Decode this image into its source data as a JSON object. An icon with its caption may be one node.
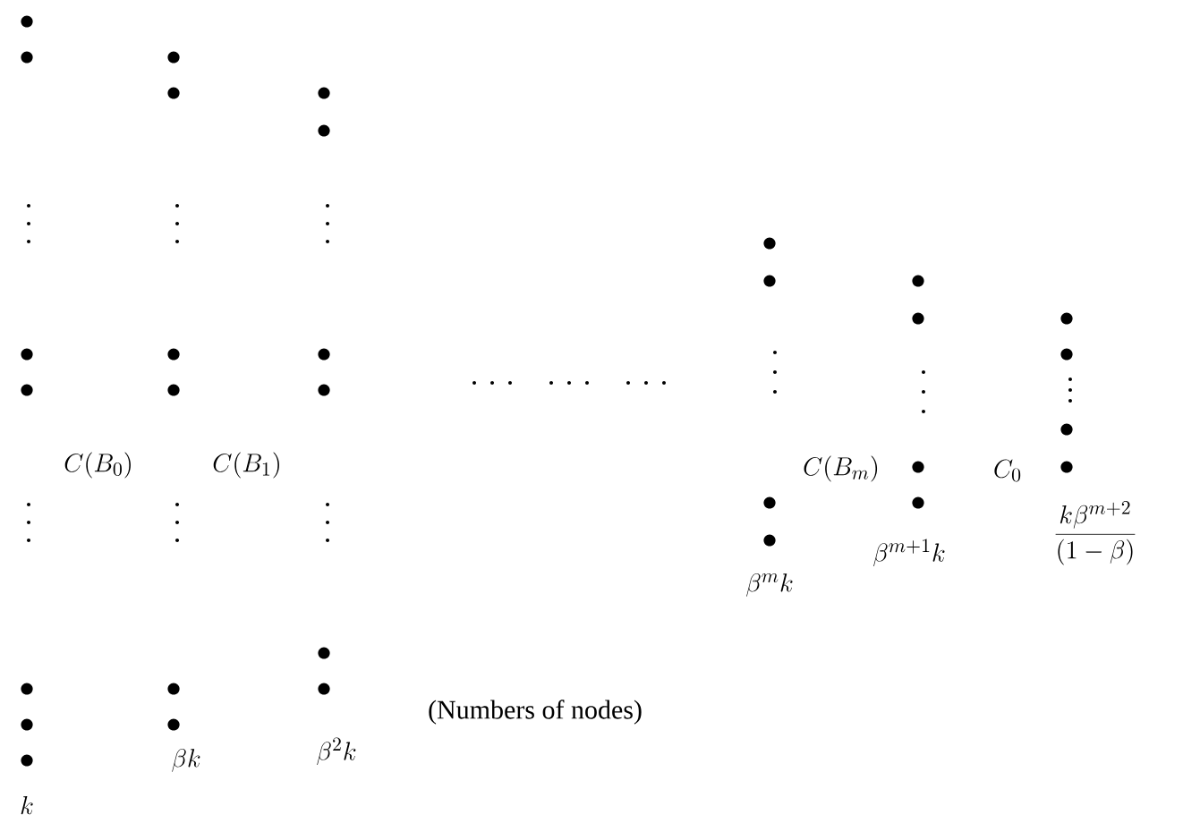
{
  "diagram": {
    "labels": [
      "C(B_0)",
      "C(B_1)",
      "C(B_m)",
      "C_0",
      "\\frac{k\\beta^{m+2}}{(1-\\beta)}",
      "\\beta^{m+1}k",
      "\\beta^{m}k",
      "(Numbers of nodes)",
      "\\beta k",
      "\\beta^{2}k",
      "k"
    ]
  }
}
